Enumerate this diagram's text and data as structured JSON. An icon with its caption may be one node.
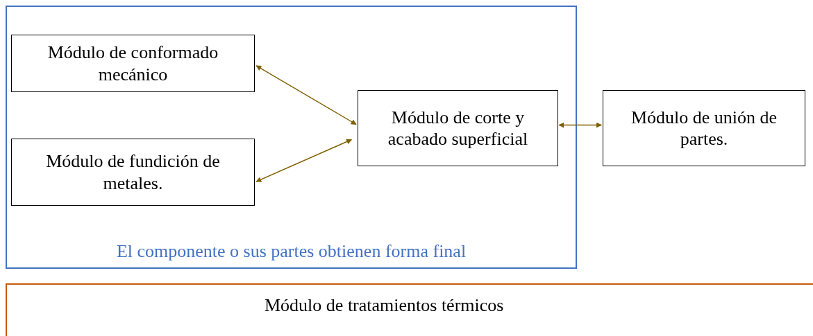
{
  "diagram": {
    "nodes": [
      {
        "text": [
          "El componente o sus partes obtienen forma final"
        ]
      },
      {
        "text": [
          "Módulo de conformado mecánico"
        ],
        "in": 0
      },
      {
        "text": [
          "Módulo de fundición de metales."
        ],
        "in": 0
      },
      {
        "text": [
          "Módulo de corte y acabado superficial"
        ],
        "in": 0
      },
      {
        "text": [
          "Módulo de unión de partes."
        ]
      },
      {
        "text": [
          "Módulo de tratamientos térmicos"
        ]
      }
    ],
    "edges": [
      {
        "from": 1,
        "to": 3,
        "arrow": "both"
      },
      {
        "from": 2,
        "to": 3,
        "arrow": "both"
      },
      {
        "from": 3,
        "to": 4,
        "arrow": "both"
      }
    ]
  }
}
